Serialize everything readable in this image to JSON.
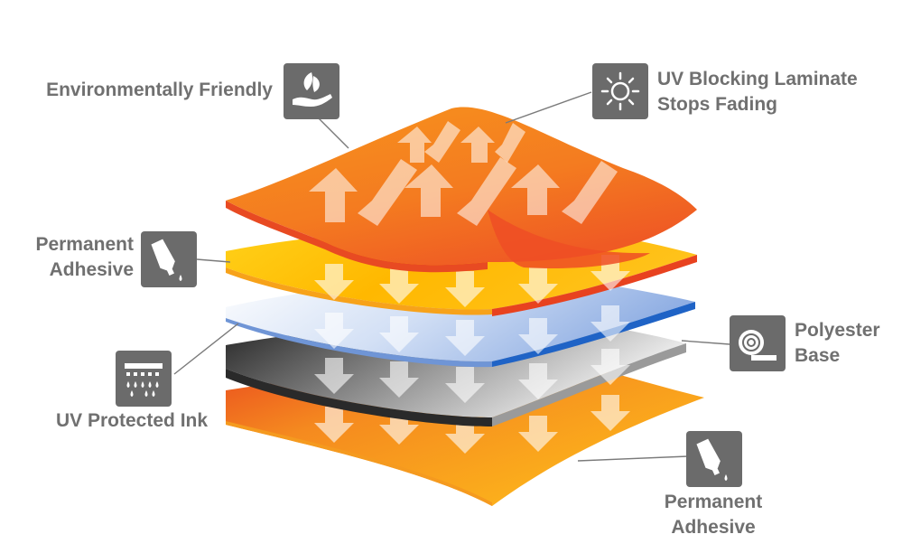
{
  "callouts": {
    "environmentally_friendly": {
      "text": "Environmentally Friendly",
      "icon": "leaf-hand-icon"
    },
    "uv_blocking": {
      "line1": "UV Blocking Laminate",
      "line2": "Stops Fading",
      "icon": "sun-icon"
    },
    "permanent_adhesive_top": {
      "line1": "Permanent",
      "line2": "Adhesive",
      "icon": "glue-tube-icon"
    },
    "polyester_base": {
      "line1": "Polyester",
      "line2": "Base",
      "icon": "roll-icon"
    },
    "uv_protected_ink": {
      "text": "UV Protected Ink",
      "icon": "ink-drops-icon"
    },
    "permanent_adhesive_bottom": {
      "line1": "Permanent",
      "line2": "Adhesive",
      "icon": "glue-tube-icon"
    }
  },
  "colors": {
    "label_text": "#707070",
    "icon_bg": "#6b6b6b",
    "laminate": "#f47b20",
    "adhesive": "#ffb300",
    "polyester": "#a9c3ea",
    "ink": "#3a3a3a"
  }
}
